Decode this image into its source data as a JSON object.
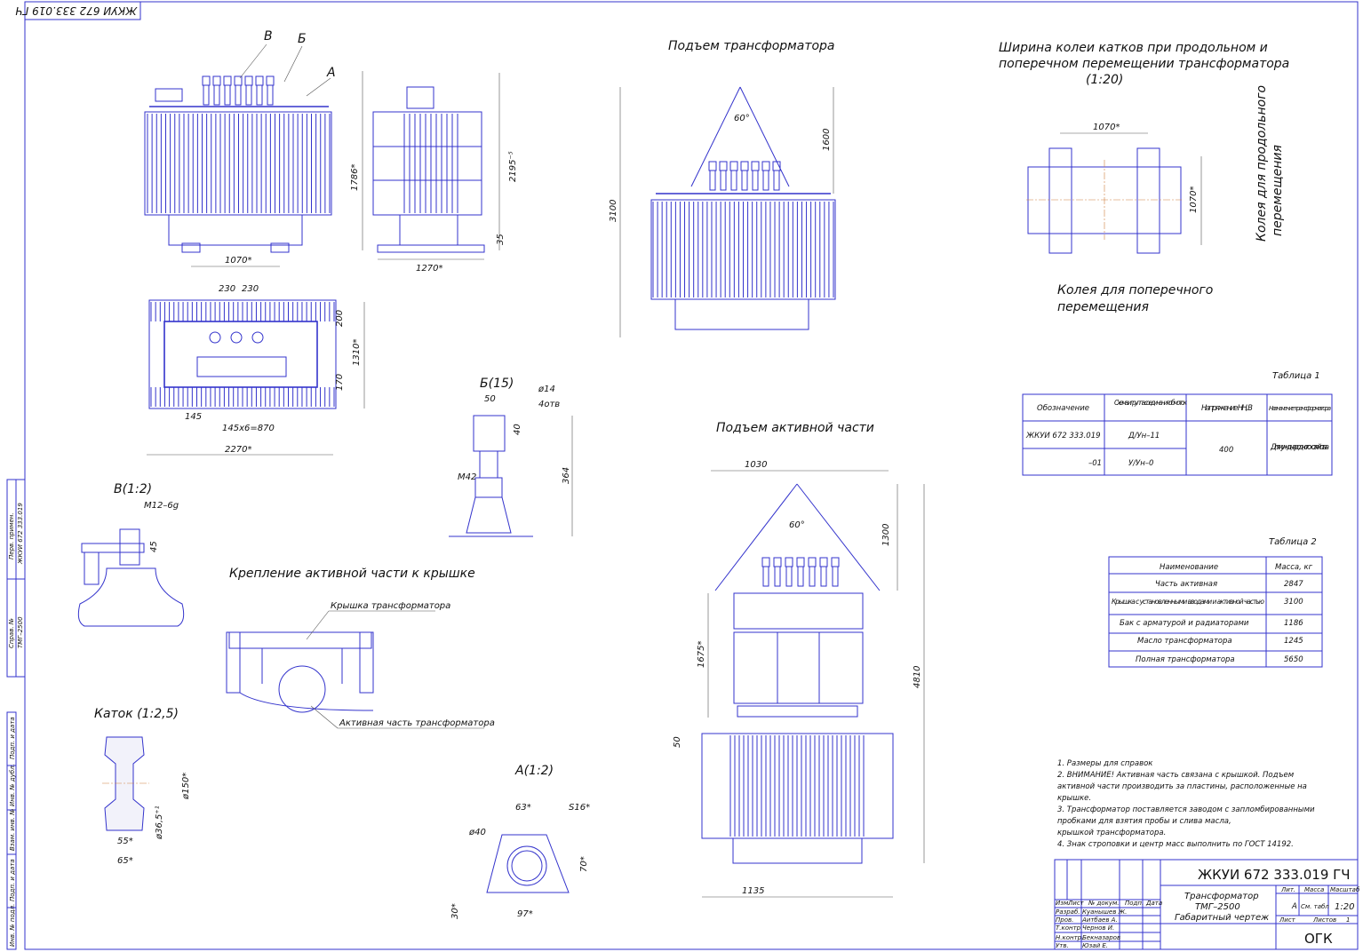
{
  "document": {
    "stamp_rotated": "ЖКУИ 672 333.019 ГЧ",
    "colors": {
      "line": "#3333cc",
      "dim": "#555555",
      "axis": "#d08040"
    }
  },
  "views": {
    "front": {
      "callouts": [
        "В",
        "Б",
        "А"
      ],
      "height_dim": "1786*",
      "width_dim": "1070*"
    },
    "side": {
      "height_dim": "2195⁻⁵",
      "base_dim": "35",
      "width_dim": "1270*"
    },
    "plan": {
      "top_dims": [
        "230",
        "230"
      ],
      "right_dims": [
        "200",
        "1310*",
        "170"
      ],
      "bottom_dims": [
        "145",
        "145х6=870",
        "2270*"
      ]
    },
    "detail_b": {
      "title": "Б(15)",
      "dims": [
        "50",
        "ø14",
        "4отв",
        "40",
        "М42",
        "364"
      ]
    },
    "detail_v": {
      "title": "В(1:2)",
      "dims": [
        "М12–6g",
        "45"
      ]
    },
    "fastening": {
      "title": "Крепление  активной  части к крышке",
      "label_cover": "Крышка  трансформатора",
      "label_active": "Активная  часть трансформатора"
    },
    "roller": {
      "title": "Каток  (1:2,5)",
      "dims": [
        "ø150*",
        "ø36,5⁺¹",
        "55*",
        "65*"
      ]
    },
    "detail_a": {
      "title": "А(1:2)",
      "dims": [
        "63*",
        "S16*",
        "ø40",
        "70*",
        "30*",
        "97*"
      ]
    },
    "lift_transformer": {
      "title": "Подъем  трансформатора",
      "angle": "60°",
      "dims": [
        "1600",
        "3100"
      ]
    },
    "lift_active": {
      "title": "Подъем  активной  части",
      "angle": "60°",
      "dims": [
        "1030",
        "1300",
        "1675*",
        "4810",
        "50",
        "1135"
      ]
    },
    "track": {
      "title_lines": [
        "Ширина  колеи  катков  при продольном и",
        "поперечном перемещении трансформатора",
        "(1:20)"
      ],
      "dims": [
        "1070*",
        "1070*"
      ],
      "label_transverse": [
        "Колея для поперечного",
        "перемещения"
      ],
      "label_longitudinal": [
        "Колея  для продольного",
        "перемещения"
      ]
    }
  },
  "table1": {
    "caption": "Таблица 1",
    "headers": [
      "Обозначение",
      "Схема и группа соединения обмоток",
      "Напряжение НН, В",
      "Назначение трансформатора"
    ],
    "rows": [
      [
        "ЖКУИ 672 333.019",
        "Д/Ун–11"
      ],
      [
        "–01",
        "У/Ун–0"
      ]
    ],
    "voltage": "400",
    "purpose": "Для  нужд народного хозяйства"
  },
  "table2": {
    "caption": "Таблица 2",
    "headers": [
      "Наименование",
      "Масса, кг"
    ],
    "rows": [
      [
        "Часть активная",
        "2847"
      ],
      [
        "Крышка с установленными  вводами и активной частью",
        "3100"
      ],
      [
        "Бак с арматурой  и радиаторами",
        "1186"
      ],
      [
        "Масло  трансформатора",
        "1245"
      ],
      [
        "Полная  трансформатора",
        "5650"
      ]
    ]
  },
  "notes": [
    "1. Размеры  для  справок",
    "2.  ВНИМАНИЕ!  Активная  часть связана с  крышкой. Подъем",
    "    активной  части производить за  пластины, расположенные на",
    "    крышке.",
    "3. Трансформатор  поставляется заводом  с запломбированными",
    "    пробками  для  взятия  пробы и слива  масла,",
    "    крышкой трансформатора.",
    "4. Знак строповки и центр масс выполнить по ГОСТ 14192."
  ],
  "title_block": {
    "designation": "ЖКУИ 672 333.019 ГЧ",
    "name_lines": [
      "Трансформатор",
      "ТМГ–2500",
      "Габаритный  чертеж"
    ],
    "col_headers": [
      "Изм.",
      "Лист",
      "№ докум.",
      "Подп.",
      "Дата"
    ],
    "roles": [
      [
        "Разраб.",
        "Куанышев Ж."
      ],
      [
        "Пров.",
        "Аитбаев А."
      ],
      [
        "Т.контр.",
        "Чернов И."
      ],
      [
        "Н.контр.",
        "Бекназаров"
      ],
      [
        "Утв.",
        "Юзай Е."
      ]
    ],
    "lit_label": "Лит.",
    "mass_label": "Масса",
    "scale_label": "Масштаб",
    "lit": "А",
    "mass": "См. табл",
    "scale": "1:20",
    "sheet_label": "Лист",
    "sheets_label": "Листов",
    "sheets": "1",
    "org": "ОГК"
  },
  "side_strip": {
    "perv_label": "Перв. примен.",
    "perv_value": "ЖКУИ 672 333.019",
    "sprav_label": "Справ. №",
    "sprav_value": "ТМГ–2500",
    "fields": [
      "Подп. и дата",
      "Инв. № дубл.",
      "Взам. инв. №",
      "Подп. и дата",
      "Инв. № подл."
    ]
  }
}
